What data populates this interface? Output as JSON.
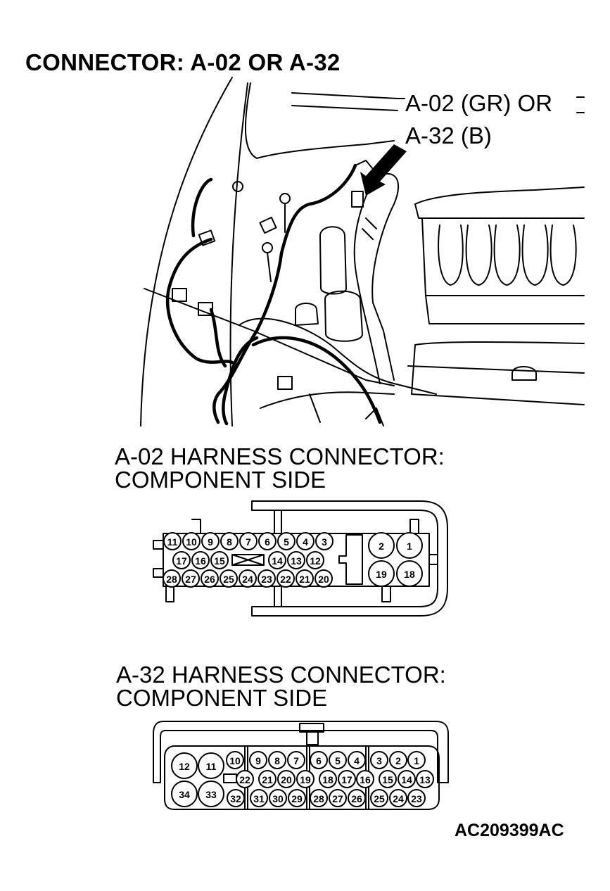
{
  "diagram": {
    "title": "CONNECTOR: A-02 OR A-32",
    "callout": {
      "line1": "A-02 (GR) OR",
      "line2": "A-32 (B)"
    },
    "figure_code": "AC209399AC"
  },
  "connector_a02": {
    "title_line1": "A-02 HARNESS CONNECTOR:",
    "title_line2": "COMPONENT SIDE",
    "pins_small": [
      "11",
      "10",
      "9",
      "8",
      "7",
      "6",
      "5",
      "4",
      "3",
      "17",
      "16",
      "15",
      "14",
      "13",
      "12",
      "28",
      "27",
      "26",
      "25",
      "24",
      "23",
      "22",
      "21",
      "20"
    ],
    "pins_large": [
      "2",
      "1",
      "19",
      "18"
    ]
  },
  "connector_a32": {
    "title_line1": "A-32 HARNESS CONNECTOR:",
    "title_line2": "COMPONENT SIDE",
    "pins_large": [
      "12",
      "11",
      "34",
      "33"
    ],
    "pins_small": [
      "10",
      "9",
      "8",
      "7",
      "6",
      "5",
      "4",
      "3",
      "2",
      "1",
      "22",
      "21",
      "20",
      "19",
      "18",
      "17",
      "16",
      "15",
      "14",
      "13",
      "32",
      "31",
      "30",
      "29",
      "28",
      "27",
      "26",
      "25",
      "24",
      "23"
    ]
  }
}
